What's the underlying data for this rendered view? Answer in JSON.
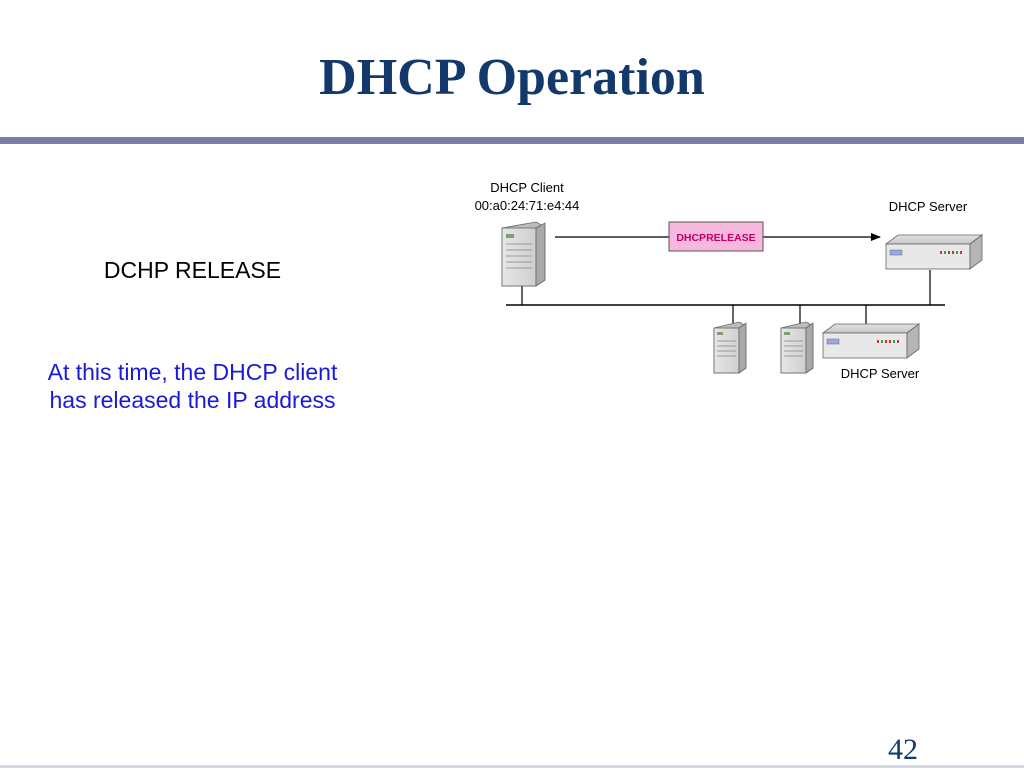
{
  "slide": {
    "title": "DHCP Operation",
    "heading": "DCHP RELEASE",
    "description": "At this time, the DHCP client has released the IP address",
    "slide_number": "42"
  },
  "diagram": {
    "client_label": "DHCP Client",
    "client_mac": "00:a0:24:71:e4:44",
    "server_label_top": "DHCP Server",
    "server_label_bottom": "DHCP Server",
    "message": "DHCPRELEASE"
  },
  "colors": {
    "title": "#13386b",
    "rule": "#7b7fa8",
    "description": "#1a1ad6",
    "message_fill": "#f7b8dd",
    "message_text": "#c0006a"
  }
}
